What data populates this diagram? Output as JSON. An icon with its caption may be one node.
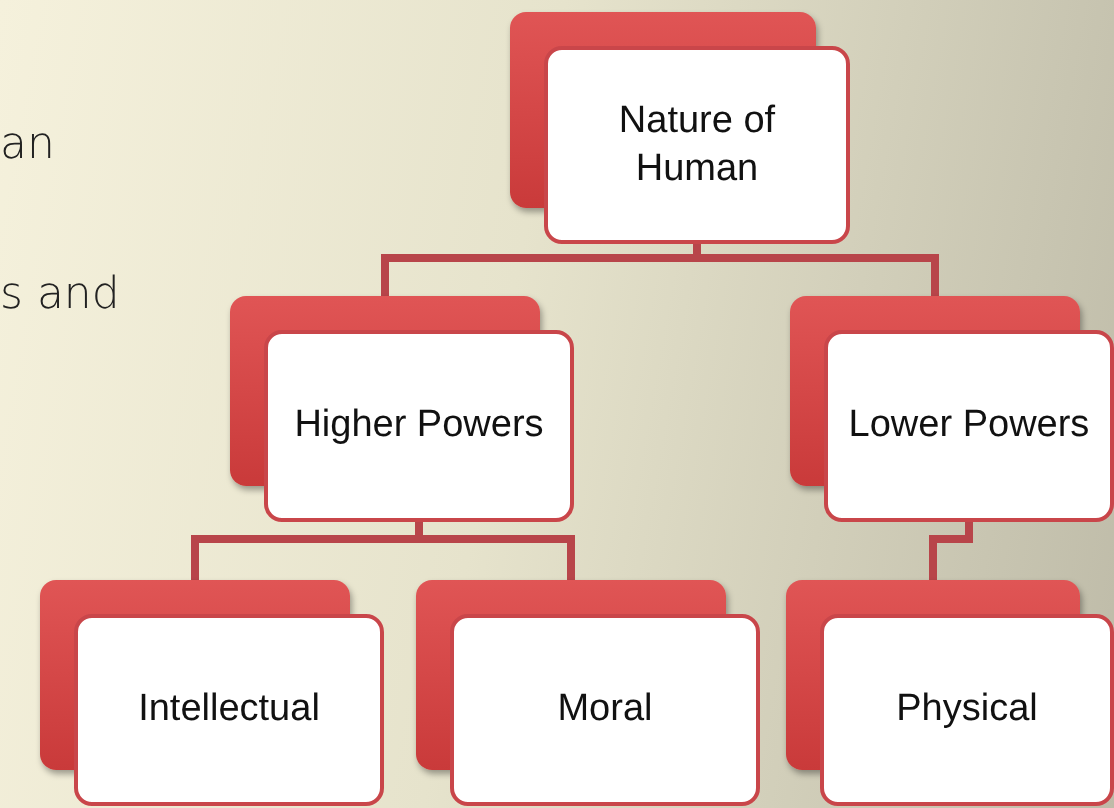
{
  "diagram": {
    "nodes": [
      {
        "text": [
          "Nature of Human"
        ]
      },
      {
        "text": [
          "Higher Powers"
        ]
      },
      {
        "text": [
          "Lower Powers"
        ]
      },
      {
        "text": [
          "Intellectual"
        ]
      },
      {
        "text": [
          "Moral"
        ]
      },
      {
        "text": [
          "Physical"
        ]
      }
    ],
    "edges": [
      {
        "from": 0,
        "to": 1,
        "arrow": "none"
      },
      {
        "from": 0,
        "to": 2,
        "arrow": "none"
      },
      {
        "from": 1,
        "to": 3,
        "arrow": "none"
      },
      {
        "from": 1,
        "to": 4,
        "arrow": "none"
      },
      {
        "from": 2,
        "to": 5,
        "arrow": "none"
      }
    ],
    "labels": [
      "an",
      "s and"
    ]
  }
}
